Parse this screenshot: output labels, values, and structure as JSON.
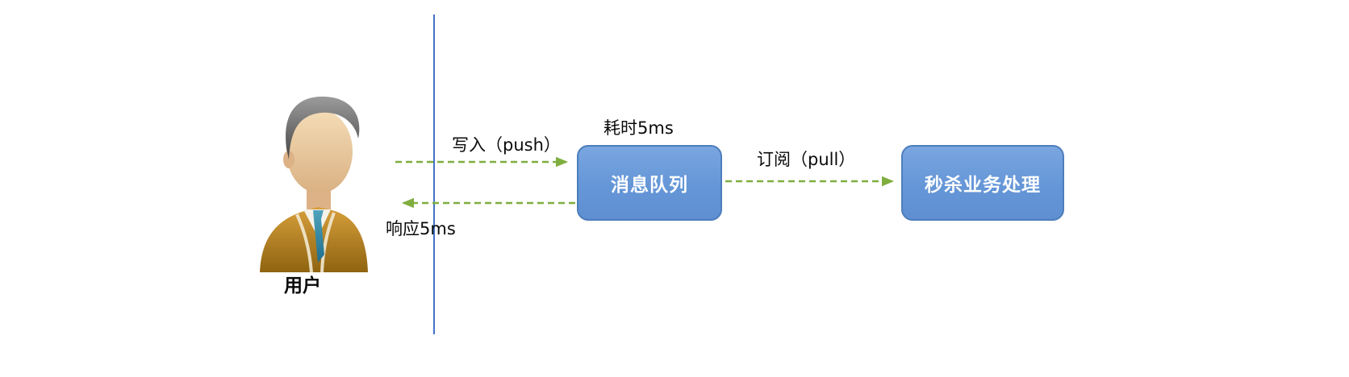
{
  "diagram": {
    "user_label": "用户",
    "push_label": "写入（push）",
    "queue_time_label": "耗时5ms",
    "pull_label": "订阅（pull）",
    "response_label": "响应5ms",
    "queue_label": "消息队列",
    "processor_label": "秒杀业务处理",
    "colors": {
      "node_fill": "#6D9EDA",
      "node_border": "#4D7EBB",
      "node_text": "#FFFFFF",
      "arrow_green": "#7FAE3F",
      "divider_blue": "#4273C8",
      "label_text": "#0A0A0A"
    }
  }
}
